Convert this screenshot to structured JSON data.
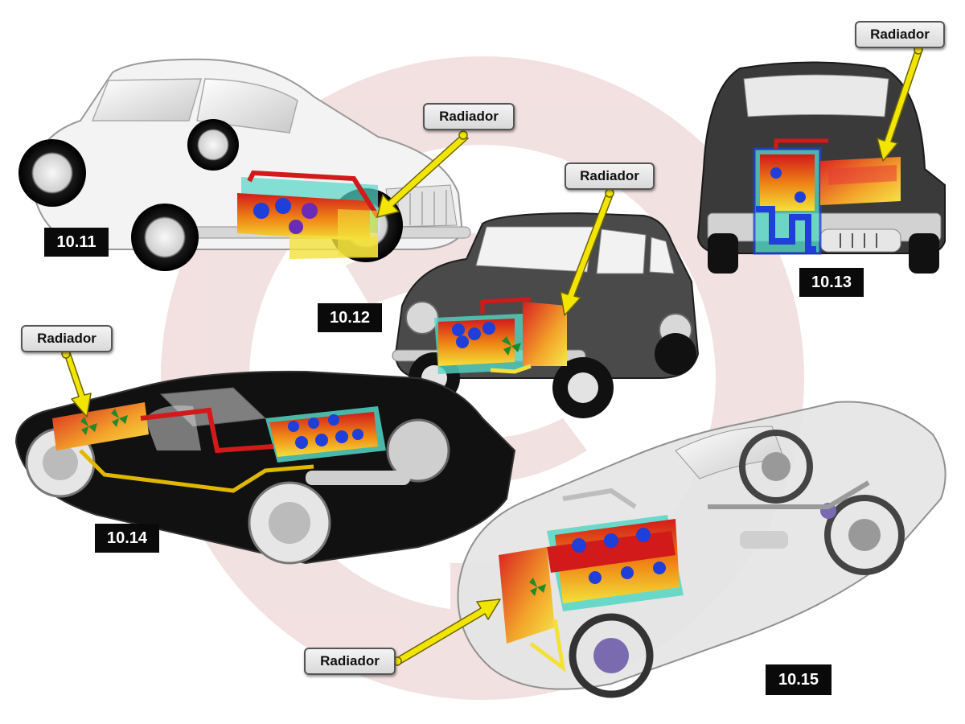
{
  "figures": [
    {
      "id": "10.11",
      "label": "10.11",
      "callout": "Radiador",
      "body_color": "#f0f0f0"
    },
    {
      "id": "10.12",
      "label": "10.12",
      "callout": "Radiador",
      "body_color": "#4a4a4a"
    },
    {
      "id": "10.13",
      "label": "10.13",
      "callout": "Radiador",
      "body_color": "#3a3a3a"
    },
    {
      "id": "10.14",
      "label": "10.14",
      "callout": "Radiador",
      "body_color": "#111111"
    },
    {
      "id": "10.15",
      "label": "10.15",
      "callout": "Radiador",
      "body_color": "#e6e6e6"
    }
  ],
  "colors": {
    "arrow_fill": "#f2e600",
    "arrow_stroke": "#6b6400",
    "watermark": "#e9c9c9",
    "engine_red": "#d21a1a",
    "engine_yellow": "#f3e13a",
    "coolant_teal": "#53d6c4",
    "cylinder_blue": "#1f3fd8"
  },
  "icons": [
    "watermark-logo",
    "car-illustration",
    "engine-block",
    "radiator",
    "fan-icon",
    "callout-arrow"
  ]
}
